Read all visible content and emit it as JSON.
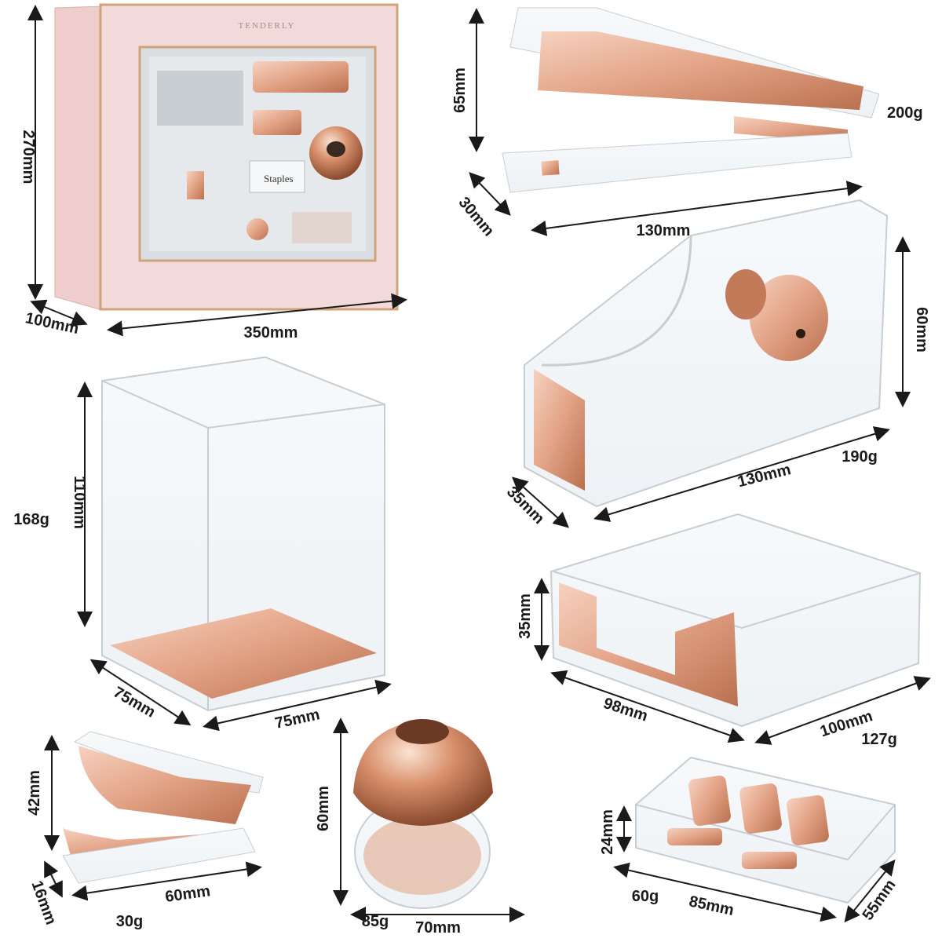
{
  "colors": {
    "rose_gold": "#e9b198",
    "rose_gold_dark": "#c98466",
    "acrylic_edge": "#c7ced3",
    "gift_box_pink": "#f3dada",
    "gift_box_trim": "#cfa27b",
    "label_text": "#1a1a1a"
  },
  "items": {
    "gift_box": {
      "brand": "TENDERLY",
      "insert_label": "Staples",
      "height": "270mm",
      "depth": "100mm",
      "width": "350mm"
    },
    "stapler": {
      "height": "65mm",
      "weight": "200g",
      "depth": "30mm",
      "width": "130mm"
    },
    "tape_dispenser": {
      "height": "60mm",
      "weight": "190g",
      "width": "130mm",
      "depth": "35mm"
    },
    "pen_holder": {
      "weight": "168g",
      "height": "110mm",
      "depth": "75mm",
      "width": "75mm"
    },
    "memo_holder": {
      "height": "35mm",
      "depth": "98mm",
      "width": "100mm",
      "weight": "127g"
    },
    "staple_remover": {
      "height": "42mm",
      "depth": "16mm",
      "width": "60mm",
      "weight": "30g"
    },
    "clip_holder": {
      "height": "60mm",
      "weight": "85g",
      "width": "70mm"
    },
    "binder_clip_box": {
      "height": "24mm",
      "weight": "60g",
      "width": "85mm",
      "depth": "55mm"
    }
  }
}
